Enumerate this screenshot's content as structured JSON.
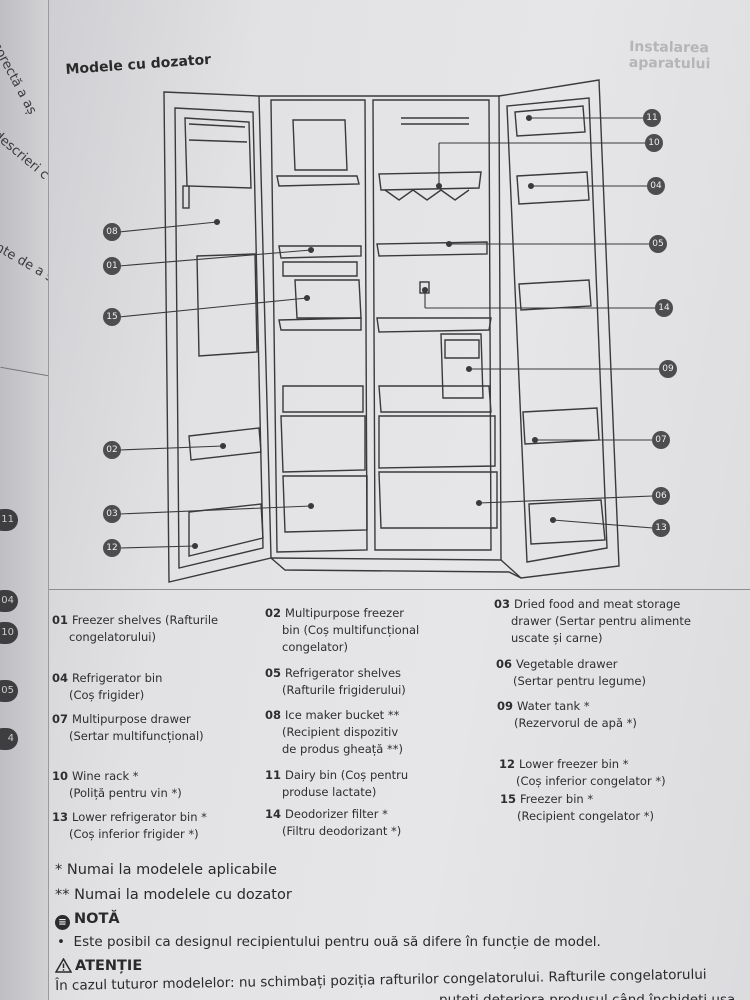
{
  "prev_page": {
    "fragments": [
      "corectă a aș",
      "descrieri c",
      "nte de a s"
    ],
    "bullets": [
      "11",
      "04",
      "10",
      "05",
      "4"
    ]
  },
  "page": {
    "faded_header": "Instalarea aparatului",
    "section_title": "Modele cu dozator",
    "callouts": [
      "08",
      "01",
      "15",
      "02",
      "03",
      "12",
      "11",
      "10",
      "04",
      "05",
      "14",
      "09",
      "07",
      "06",
      "13"
    ],
    "legend": [
      {
        "num": "01",
        "text": "Freezer shelves (Rafturile",
        "sub": "congelatorului)"
      },
      {
        "num": "02",
        "text": "Multipurpose freezer",
        "sub": "bin (Coș multifuncțional",
        "sub2": "congelator)"
      },
      {
        "num": "03",
        "text": "Dried food and meat storage",
        "sub": "drawer (Sertar pentru alimente",
        "sub2": "uscate și carne)"
      },
      {
        "num": "04",
        "text": "Refrigerator bin",
        "sub": "(Coș frigider)"
      },
      {
        "num": "05",
        "text": "Refrigerator shelves",
        "sub": "(Rafturile frigiderului)"
      },
      {
        "num": "06",
        "text": "Vegetable drawer",
        "sub": "(Sertar pentru legume)"
      },
      {
        "num": "07",
        "text": "Multipurpose drawer",
        "sub": "(Sertar multifuncțional)"
      },
      {
        "num": "08",
        "text": "Ice maker bucket **",
        "sub": "(Recipient dispozitiv",
        "sub2": "de produs gheață **)"
      },
      {
        "num": "09",
        "text": "Water tank *",
        "sub": "(Rezervorul de apă *)"
      },
      {
        "num": "10",
        "text": "Wine rack *",
        "sub": "(Poliță pentru vin *)"
      },
      {
        "num": "11",
        "text": "Dairy bin (Coș pentru",
        "sub": "produse lactate)"
      },
      {
        "num": "12",
        "text": "Lower freezer bin *",
        "sub": "(Coș inferior congelator *)"
      },
      {
        "num": "13",
        "text": "Lower refrigerator bin *",
        "sub": "(Coș inferior frigider *)"
      },
      {
        "num": "14",
        "text": "Deodorizer filter *",
        "sub": "(Filtru deodorizant *)"
      },
      {
        "num": "15",
        "text": "Freezer bin *",
        "sub": "(Recipient congelator *)"
      }
    ],
    "footnote1": "* Numai la modelele aplicabile",
    "footnote2": "** Numai la modelele cu dozator",
    "note_label": "NOTĂ",
    "note_text": "Este posibil ca designul recipientului pentru ouă să difere în funcție de model.",
    "caution_label": "ATENȚIE",
    "caution_text": "În cazul tuturor modelelor: nu schimbați poziția rafturilor congelatorului. Rafturile congelatorului",
    "caution_text2": "puteți deteriora produsul când închideți ușa."
  },
  "colors": {
    "ink": "#2a2a2c",
    "callout_bg": "#4d4d50",
    "paper": "#e4e4e6"
  }
}
